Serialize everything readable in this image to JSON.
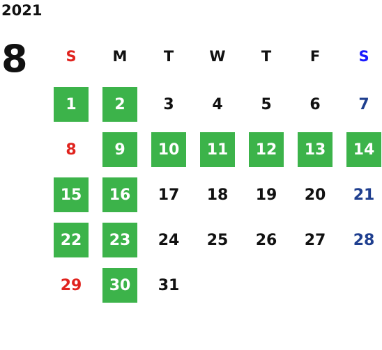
{
  "calendar": {
    "year": "2021",
    "month": "8",
    "weekdays": [
      "S",
      "M",
      "T",
      "W",
      "T",
      "F",
      "S"
    ],
    "colors": {
      "highlight": "#3cb34a",
      "sunday": "#e0231e",
      "saturday_header": "#1a1aff",
      "saturday": "#1f3f8f",
      "default": "#111111"
    },
    "weeks": [
      [
        {
          "day": "1",
          "highlighted": true
        },
        {
          "day": "2",
          "highlighted": true
        },
        {
          "day": "3",
          "highlighted": false
        },
        {
          "day": "4",
          "highlighted": false
        },
        {
          "day": "5",
          "highlighted": false
        },
        {
          "day": "6",
          "highlighted": false
        },
        {
          "day": "7",
          "highlighted": false
        }
      ],
      [
        {
          "day": "8",
          "highlighted": false
        },
        {
          "day": "9",
          "highlighted": true
        },
        {
          "day": "10",
          "highlighted": true
        },
        {
          "day": "11",
          "highlighted": true
        },
        {
          "day": "12",
          "highlighted": true
        },
        {
          "day": "13",
          "highlighted": true
        },
        {
          "day": "14",
          "highlighted": true
        }
      ],
      [
        {
          "day": "15",
          "highlighted": true
        },
        {
          "day": "16",
          "highlighted": true
        },
        {
          "day": "17",
          "highlighted": false
        },
        {
          "day": "18",
          "highlighted": false
        },
        {
          "day": "19",
          "highlighted": false
        },
        {
          "day": "20",
          "highlighted": false
        },
        {
          "day": "21",
          "highlighted": false
        }
      ],
      [
        {
          "day": "22",
          "highlighted": true
        },
        {
          "day": "23",
          "highlighted": true
        },
        {
          "day": "24",
          "highlighted": false
        },
        {
          "day": "25",
          "highlighted": false
        },
        {
          "day": "26",
          "highlighted": false
        },
        {
          "day": "27",
          "highlighted": false
        },
        {
          "day": "28",
          "highlighted": false
        }
      ],
      [
        {
          "day": "29",
          "highlighted": false
        },
        {
          "day": "30",
          "highlighted": true
        },
        {
          "day": "31",
          "highlighted": false
        }
      ]
    ]
  }
}
